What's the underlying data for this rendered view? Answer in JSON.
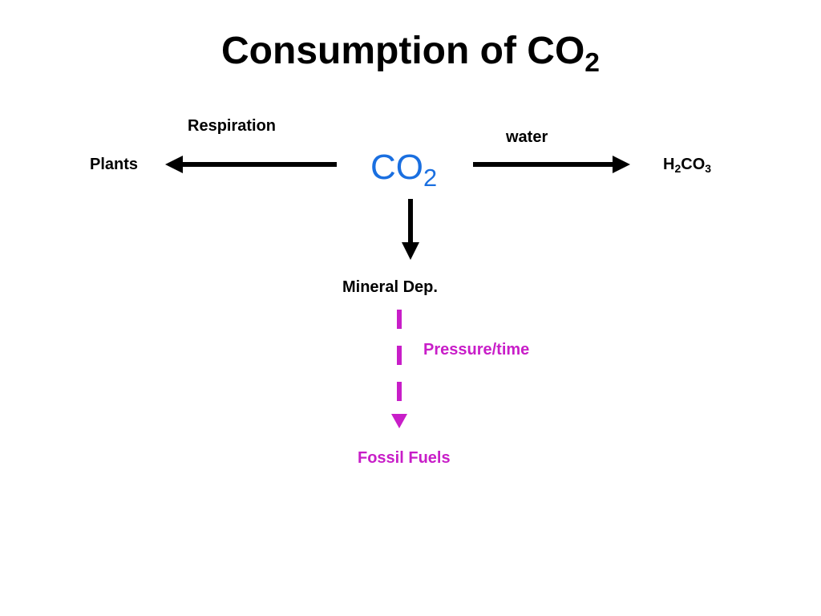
{
  "title": {
    "text": "Consumption of CO",
    "sub": "2"
  },
  "center": {
    "text": "CO",
    "sub": "2"
  },
  "left_node": {
    "label": "Plants"
  },
  "left_edge": {
    "label": "Respiration"
  },
  "right_node": {
    "prefix": "H",
    "sub1": "2",
    "middle": "CO",
    "sub2": "3"
  },
  "right_edge": {
    "label": "water"
  },
  "down_node": {
    "label": "Mineral Dep."
  },
  "dashed_edge": {
    "label": "Pressure/time"
  },
  "final_node": {
    "label": "Fossil Fuels"
  },
  "colors": {
    "center": "#1a6fe0",
    "process": "#c81ec8",
    "text": "#000000"
  }
}
